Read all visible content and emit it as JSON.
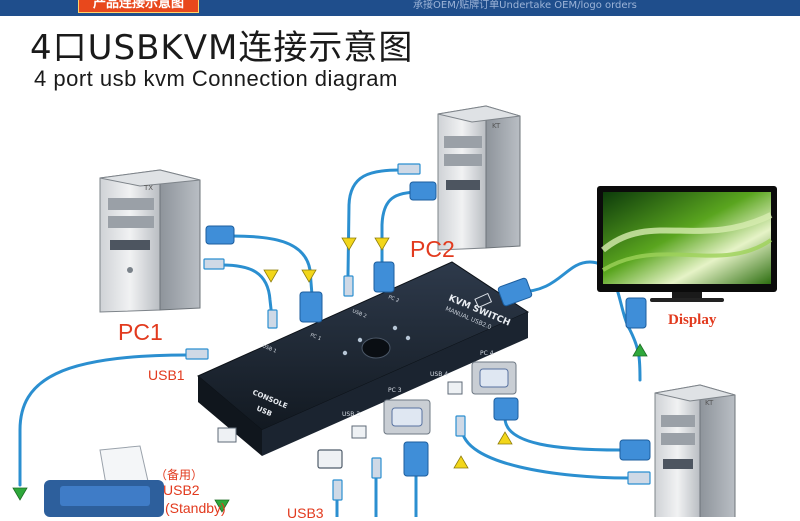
{
  "banner": {
    "tab": "产品连接示意图",
    "note": "承接OEM/贴牌订单Undertake OEM/logo orders",
    "color": "#1f4e8c",
    "tab_color": "#e8481c"
  },
  "title": "4口USBKVM连接示意图",
  "subtitle": "4 port  usb kvm  Connection diagram",
  "labels": {
    "pc1": "PC1",
    "pc2": "PC2",
    "display": "Display",
    "usb1": "USB1",
    "usb2_cn": "（备用）",
    "usb2": "USB2",
    "usb2_sub": "(Standby)",
    "usb3": "USB3"
  },
  "tower_labels": {
    "pc1": "TX",
    "pc2": "KT",
    "pc4": "KT"
  },
  "kvm_switch": {
    "brand": "KVM SWITCH",
    "model": "MANUAL USB2.0",
    "ports": [
      "PC 1",
      "PC 2",
      "PC 3",
      "PC 4"
    ],
    "usb_ports": [
      "USB 1",
      "USB 2",
      "USB 3",
      "USB 4"
    ],
    "console": "CONSOLE",
    "console_usb": "USB"
  },
  "colors": {
    "cable": "#2b8fd0",
    "arrow": "#f2d61a",
    "arrow_down": "#2fa83b",
    "label": "#e23a1e",
    "device": "#1c2633"
  },
  "icons": [
    "computer-tower-icon",
    "monitor-icon",
    "printer-icon",
    "kvm-switch-icon",
    "usb-plug-icon",
    "vga-plug-icon",
    "arrow-icon"
  ]
}
